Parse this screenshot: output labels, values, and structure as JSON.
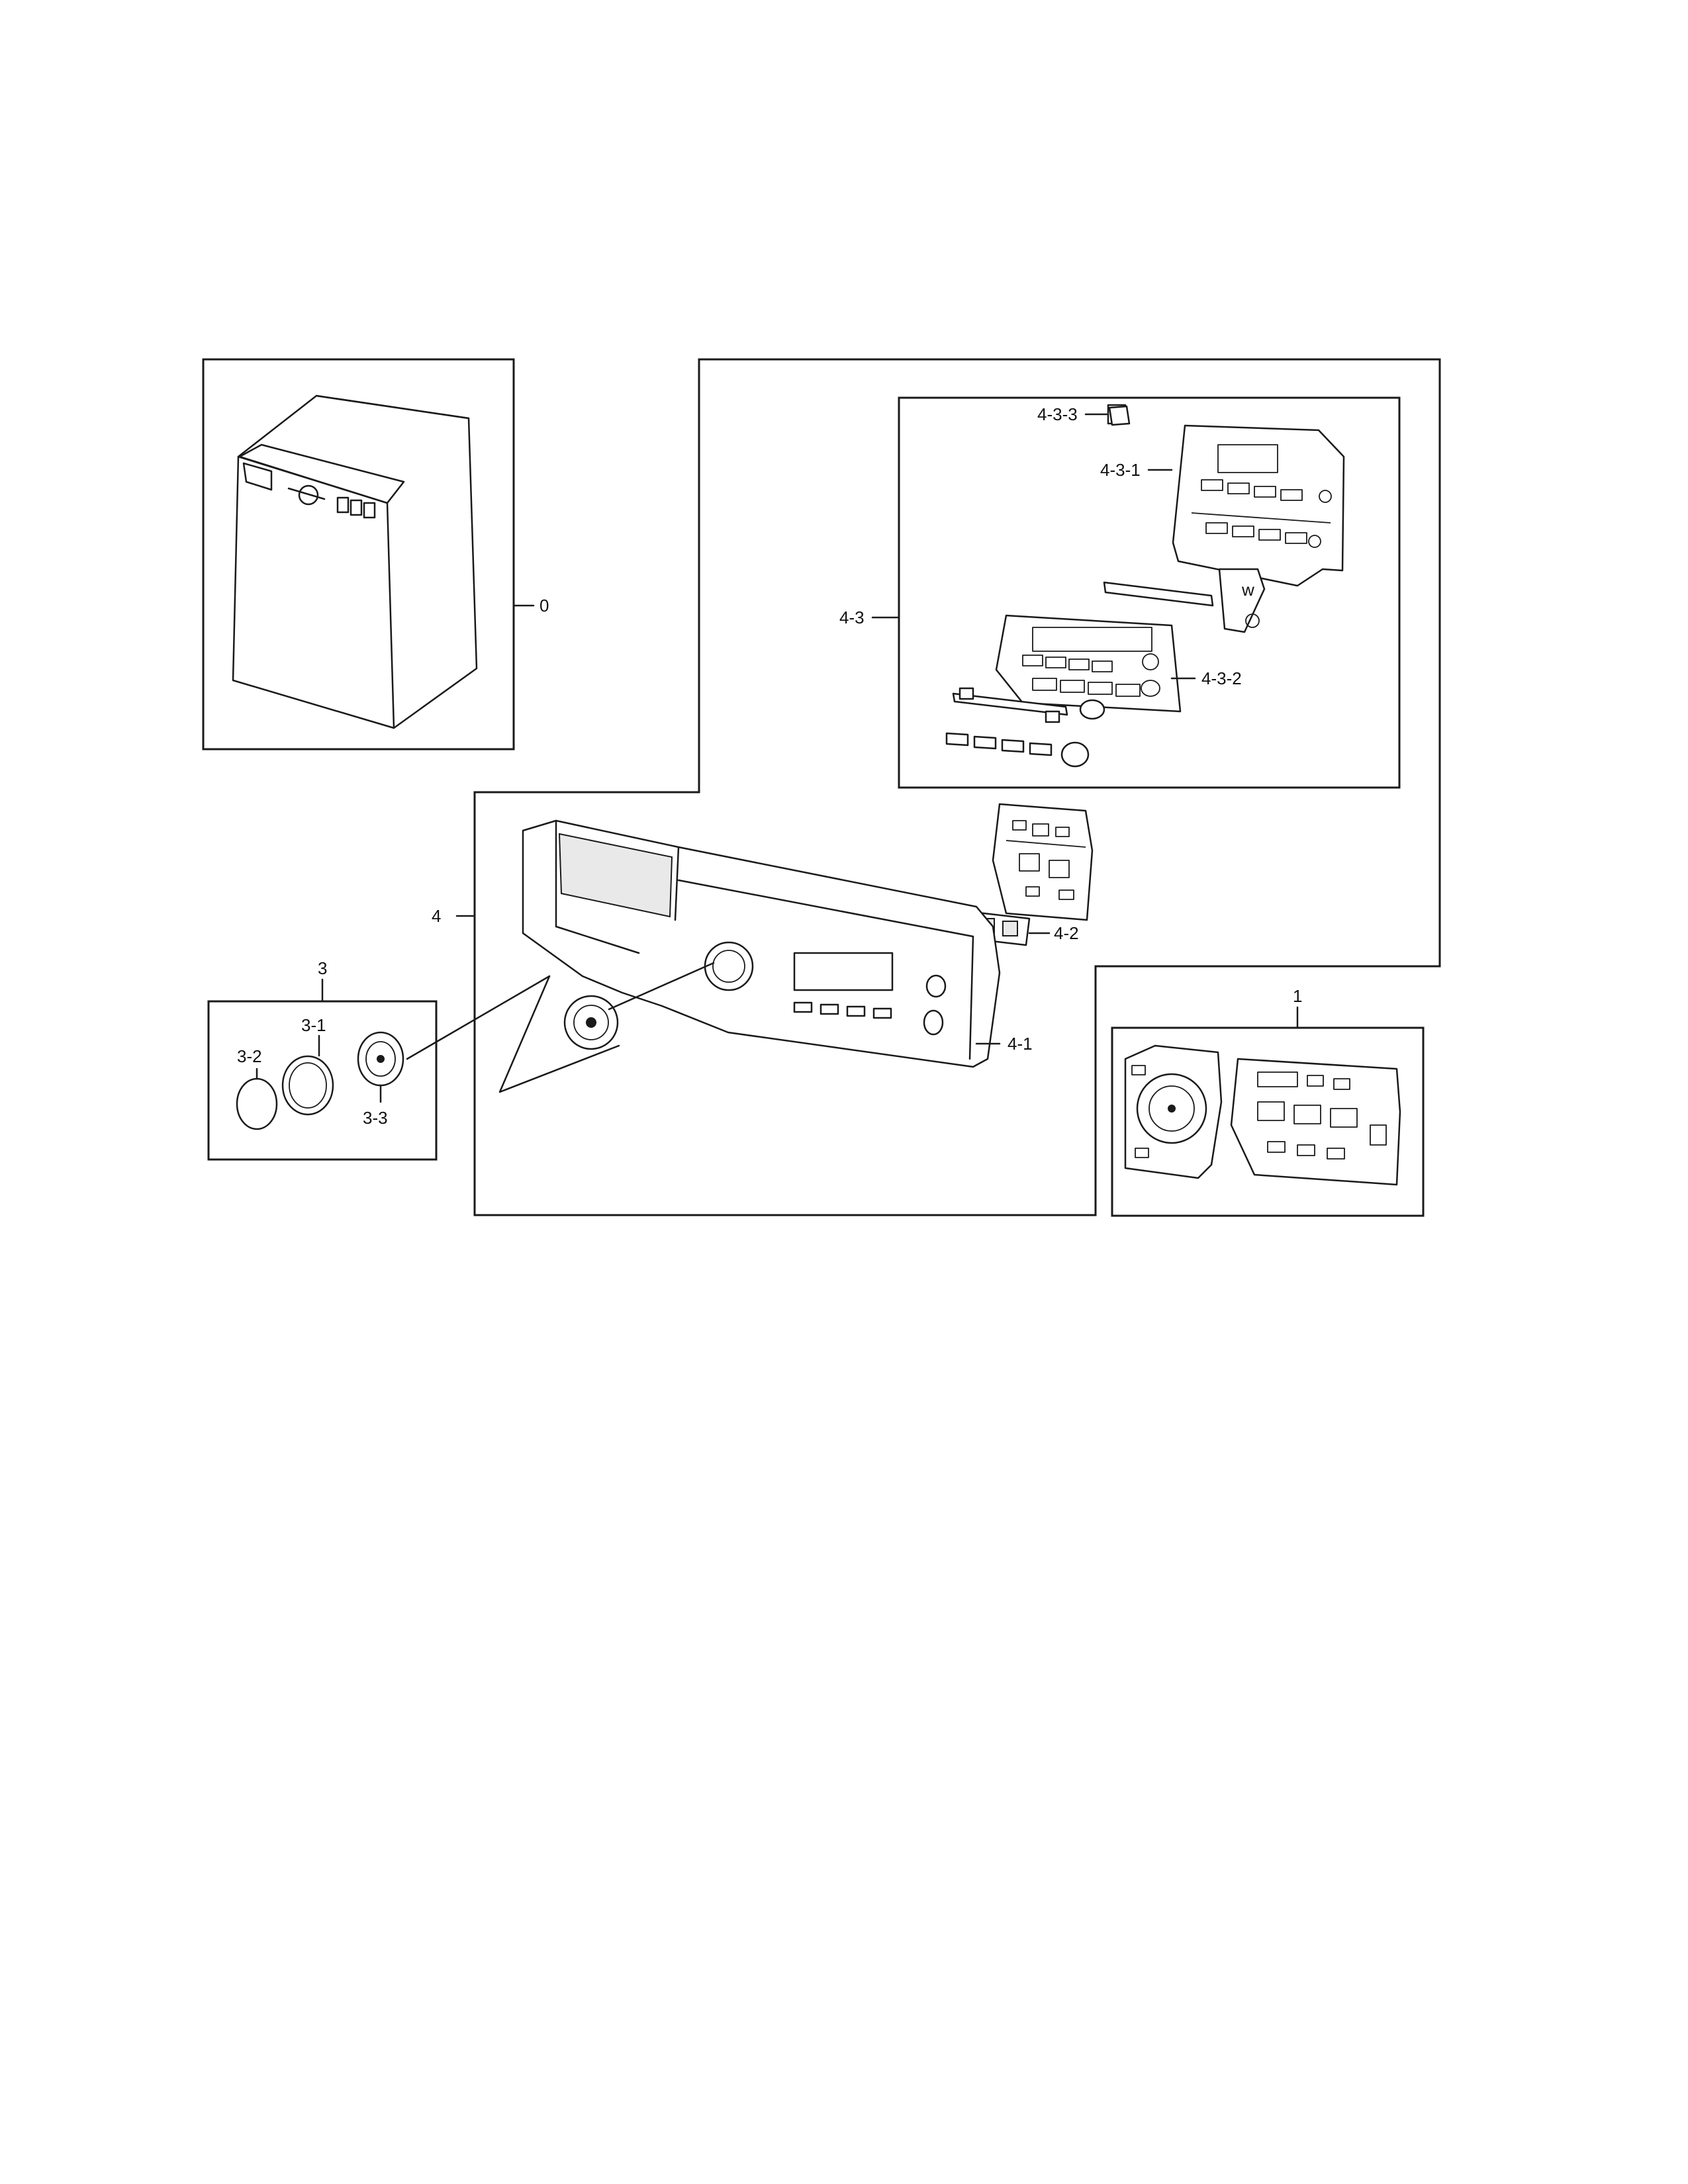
{
  "callouts": {
    "c0": "0",
    "c1": "1",
    "c3": "3",
    "c3_1": "3-1",
    "c3_2": "3-2",
    "c3_3": "3-3",
    "c4": "4",
    "c4_1": "4-1",
    "c4_2": "4-2",
    "c4_3": "4-3",
    "c4_3_1": "4-3-1",
    "c4_3_2": "4-3-2",
    "c4_3_3": "4-3-3"
  }
}
